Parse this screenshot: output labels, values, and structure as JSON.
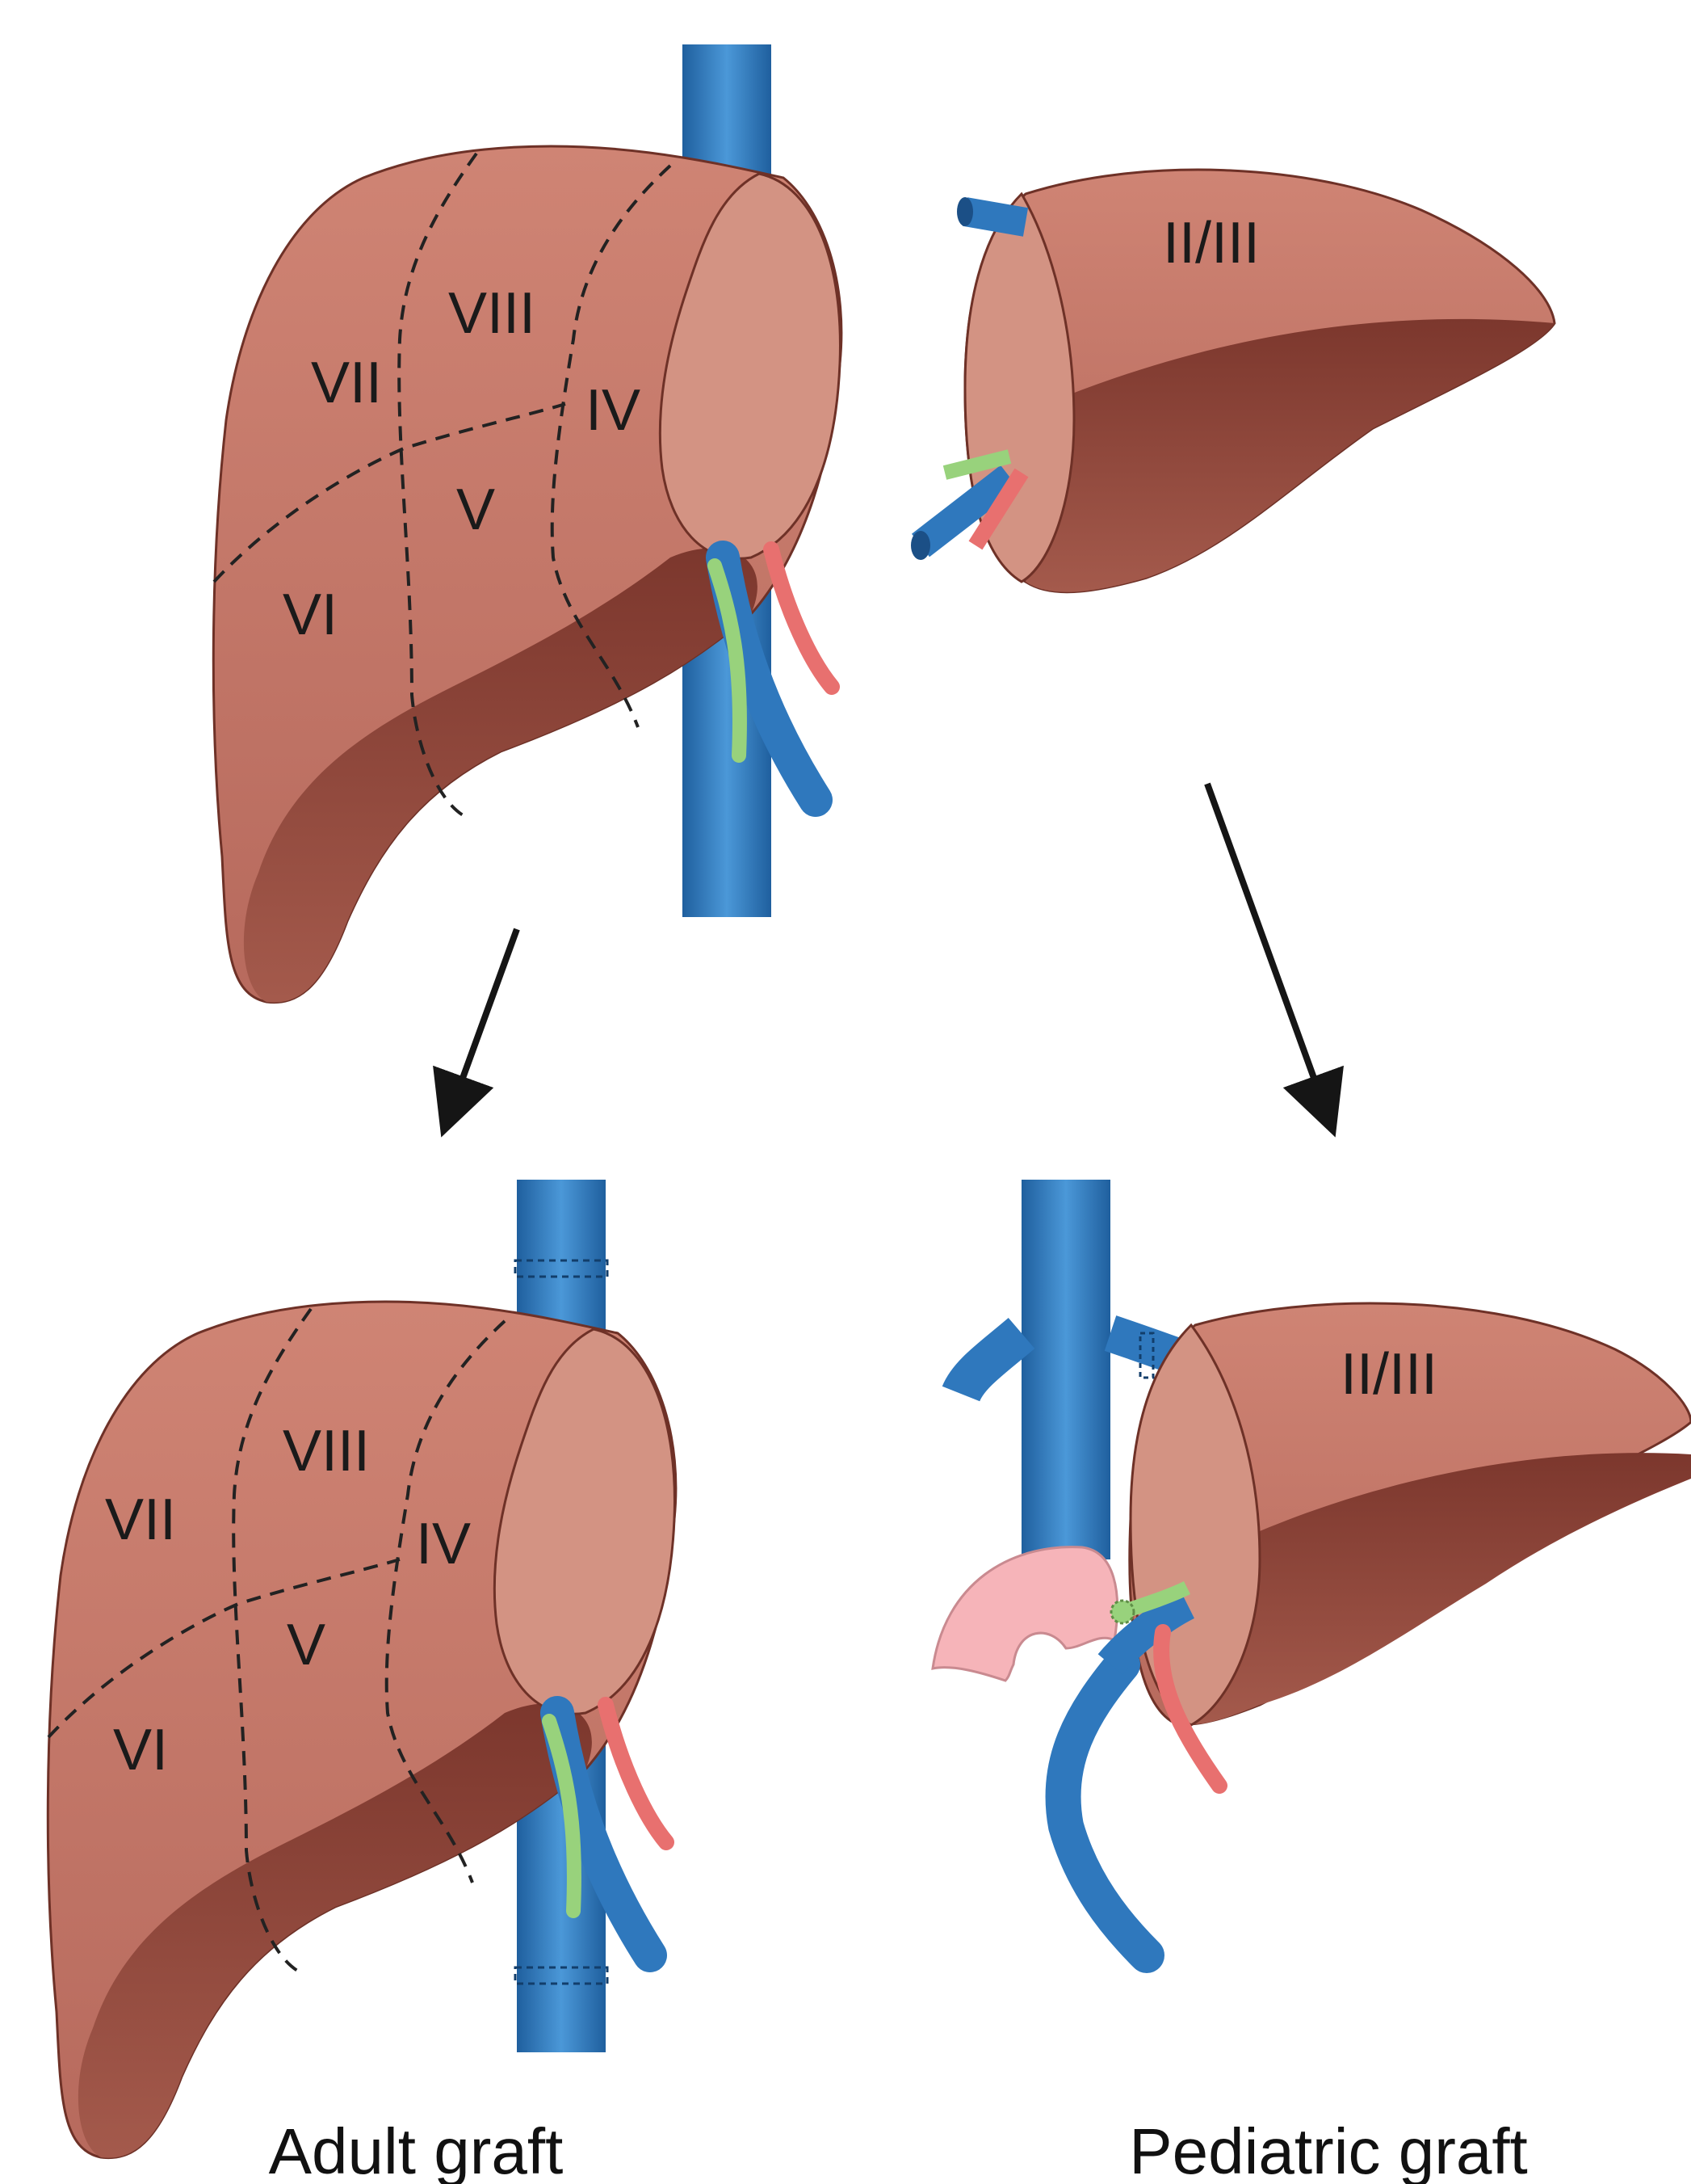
{
  "colors": {
    "liver": "#c4776a",
    "liver_shadow": "#8e4438",
    "cut_surface": "#d39383",
    "vein": "#2f78bd",
    "artery": "#e8706f",
    "bile_duct": "#98d27c",
    "duodenum": "#f6b4b9",
    "arrow": "#151515"
  },
  "donor_whole_liver": {
    "segments": [
      "VII",
      "VIII",
      "IV",
      "V",
      "VI"
    ]
  },
  "donor_left_lateral": {
    "segment": "II/III"
  },
  "adult_graft": {
    "segments": [
      "VII",
      "VIII",
      "IV",
      "V",
      "VI"
    ],
    "caption": "Adult graft"
  },
  "pediatric_graft": {
    "segment": "II/III",
    "caption": "Pediatric graft"
  },
  "icons": [
    "arrow-down-left-icon",
    "arrow-down-right-icon"
  ]
}
